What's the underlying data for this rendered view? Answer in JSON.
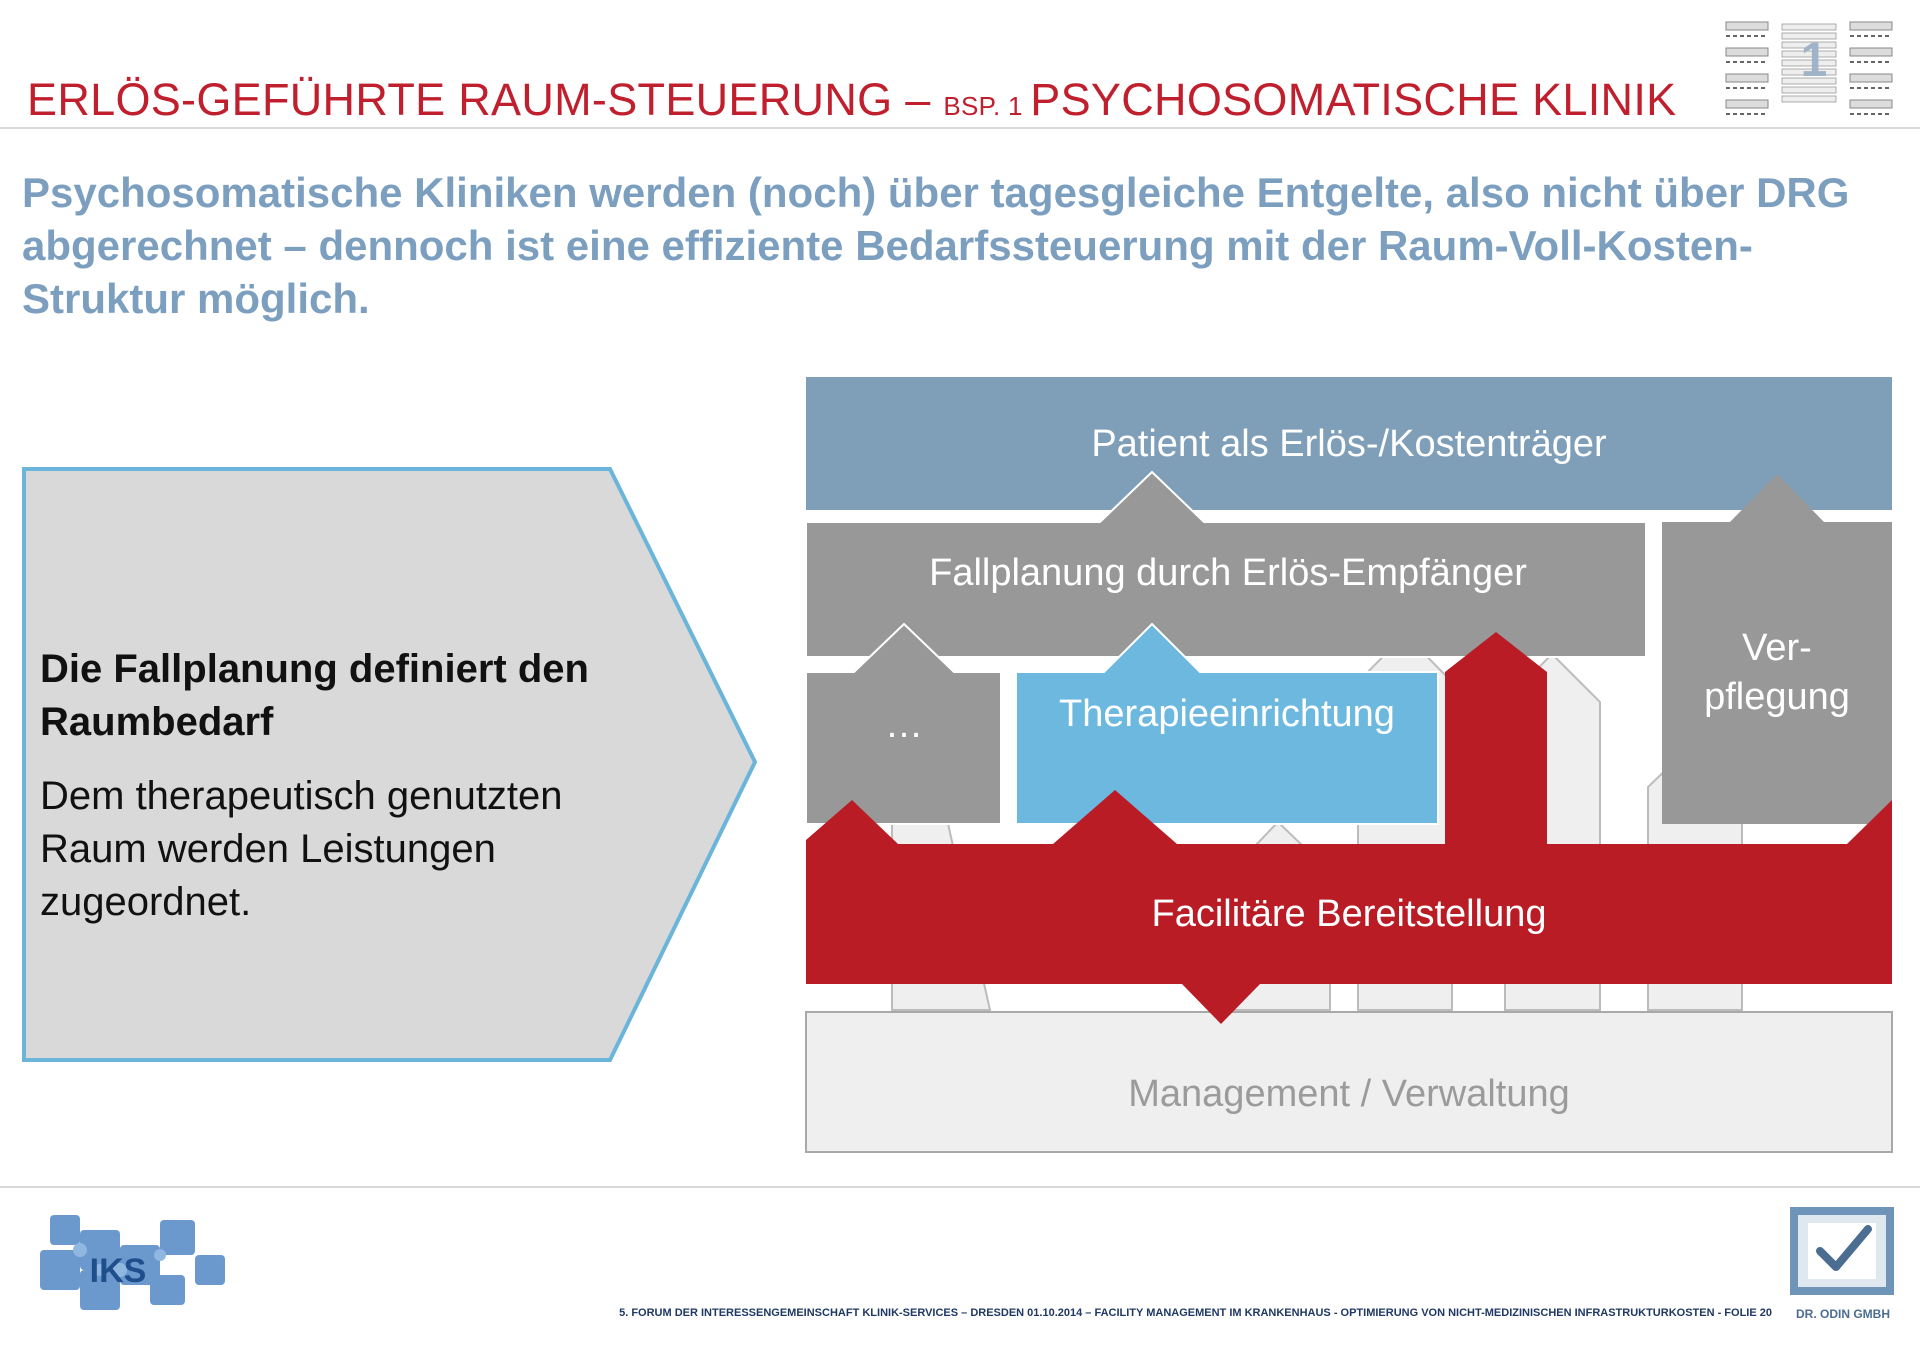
{
  "header": {
    "title_main": "ERLÖS-GEFÜHRTE RAUM-STEUERUNG – ",
    "title_small": "BSP. 1 ",
    "title_end": "PSYCHOSOMATISCHE KLINIK",
    "thumbnail_number": "1"
  },
  "subtitle": "Psychosomatische Kliniken werden (noch) über tagesgleiche Entgelte, also nicht über DRG abgerechnet – dennoch ist eine effiziente Bedarfssteuerung mit der Raum-Voll-Kosten-Struktur möglich.",
  "callout": {
    "heading": "Die Fallplanung definiert den Raumbedarf",
    "body": "Dem therapeutisch genutzten Raum werden Leistungen zugeordnet."
  },
  "diagram": {
    "patient": "Patient als Erlös-/Kostenträger",
    "fallplanung": "Fallplanung durch Erlös-Empfänger",
    "verpflegung_1": "Ver-",
    "verpflegung_2": "pflegung",
    "ellipsis": "…",
    "therapie": "Therapieeinrichtung",
    "facilitaer": "Facilitäre Bereitstellung",
    "management": "Management / Verwaltung"
  },
  "colors": {
    "title_red": "#c0202e",
    "subtitle_blue": "#7c9fbf",
    "patient_blue": "#7f9fb9",
    "grey": "#989898",
    "therapy_blue": "#6cb8df",
    "facility_red": "#ba1c26",
    "light_grey": "#efefef"
  },
  "footer": {
    "text": "5. FORUM DER INTERESSENGEMEINSCHAFT KLINIK-SERVICES – DRESDEN 01.10.2014 – FACILITY MANAGEMENT IM KRANKENHAUS - OPTIMIERUNG VON NICHT-MEDIZINISCHEN INFRASTRUKTURKOSTEN - FOLIE 20",
    "iks_logo_text": "IKS",
    "odin_label": "DR. ODIN GMBH"
  }
}
